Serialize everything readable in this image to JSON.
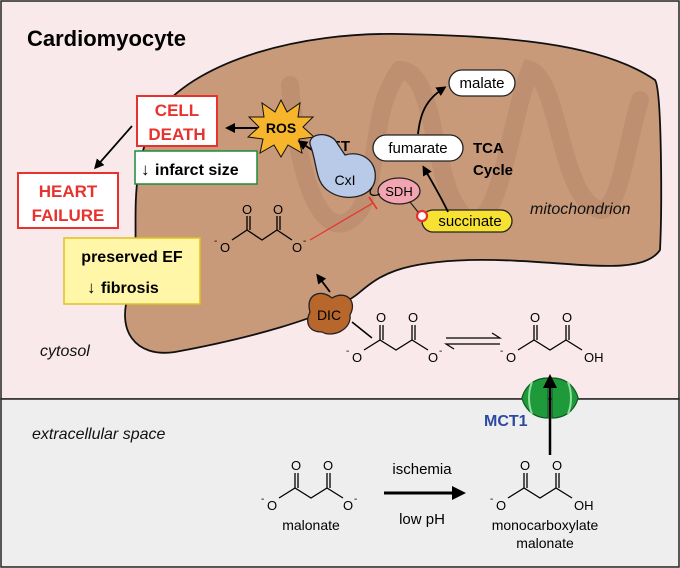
{
  "title": "Cardiomyocyte",
  "regions": {
    "mitochondrion": "mitochondrion",
    "cytosol": "cytosol",
    "extracellular": "extracellular space"
  },
  "boxes": {
    "cell_death": [
      "CELL",
      "DEATH"
    ],
    "heart_failure": [
      "HEART",
      "FAILURE"
    ],
    "infarct_size": "infarct size",
    "preserved_ef": "preserved EF",
    "fibrosis": "fibrosis",
    "arrow_down": "↓"
  },
  "tca": {
    "malate": "malate",
    "fumarate": "fumarate",
    "succinate": "succinate",
    "tca_cycle": [
      "TCA",
      "Cycle"
    ]
  },
  "proteins": {
    "ros": "ROS",
    "ret": "RET",
    "complex1": "CxI",
    "sdh": "SDH",
    "dic": "DIC",
    "mct1": "MCT1"
  },
  "chem": {
    "O": "O",
    "O_minus": "O",
    "OH": "OH",
    "minus": "-",
    "malonate_label": "malonate",
    "mono_label": [
      "monocarboxylate",
      "malonate"
    ]
  },
  "conditions": {
    "ischemia": "ischemia",
    "low_ph": "low pH"
  },
  "colors": {
    "cell_bg": "#f9e9ea",
    "extracellular_bg": "#eeeeee",
    "mito": "#c89a7a",
    "red": "#e8322e",
    "blue": "#2e49a0",
    "green_mct": "#1f9a3a",
    "dic": "#b7662c",
    "yellow_box": "#fff6a8",
    "sdh": "#f2a5b0",
    "cx1": "#b9c9e8",
    "ros": "#f6b52a",
    "succinate": "#f7e233"
  }
}
